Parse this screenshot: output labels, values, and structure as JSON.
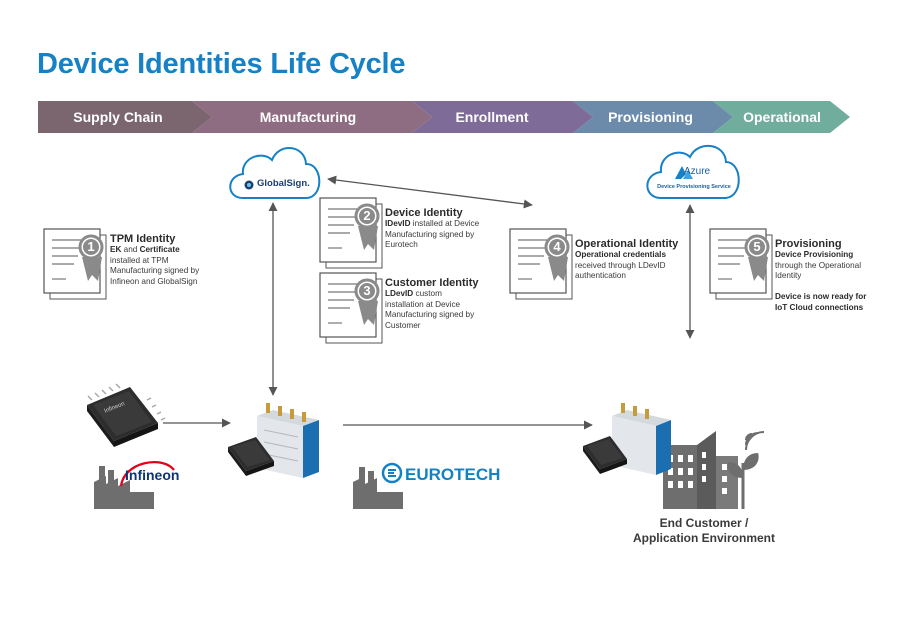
{
  "title": "Device Identities Life Cycle",
  "phases": [
    {
      "label": "Supply Chain",
      "color": "#7b6670"
    },
    {
      "label": "Manufacturing",
      "color": "#8e6c82"
    },
    {
      "label": "Enrollment",
      "color": "#7f6b97"
    },
    {
      "label": "Provisioning",
      "color": "#6c8bab"
    },
    {
      "label": "Operational",
      "color": "#71ad9d"
    }
  ],
  "clouds": {
    "globalsign": {
      "label": "GlobalSign.",
      "icon": "globalsign-logo-icon"
    },
    "azure": {
      "label": "Azure",
      "sublabel": "Device Provisioning Service",
      "icon": "azure-logo-icon"
    }
  },
  "steps": [
    {
      "number": "1",
      "title": "TPM Identity",
      "lines": [
        {
          "b": "EK",
          "t": " and "
        },
        {
          "b": "Certificate",
          "t": ""
        }
      ],
      "body": "installed at TPM Manufacturing signed by Infineon and GlobalSign"
    },
    {
      "number": "2",
      "title": "Device Identity",
      "bold": "IDevID",
      "body": " installed at Device Manufacturing signed by Eurotech"
    },
    {
      "number": "3",
      "title": "Customer Identity",
      "bold": "LDevID",
      "body": " custom installation at Device Manufacturing signed by Customer"
    },
    {
      "number": "4",
      "title": "Operational Identity",
      "bold": "Operational credentials",
      "body": " received through LDevID authentication"
    },
    {
      "number": "5",
      "title": "Provisioning",
      "bold": "Device Provisioning",
      "body": " through the Operational Identity",
      "note": "Device is now ready for IoT Cloud connections"
    }
  ],
  "logos": {
    "infineon": "Infineon",
    "eurotech": "EUROTECH",
    "chip_brand": "Infineon"
  },
  "end_customer": {
    "line1": "End Customer /",
    "line2": "Application Environment"
  },
  "colors": {
    "title": "#1681c4",
    "badge": "#8a8a8a",
    "cloud_stroke": "#1681c4",
    "arrow": "#555555",
    "infineon_red": "#e2001a",
    "eurotech_blue": "#1581c2"
  }
}
